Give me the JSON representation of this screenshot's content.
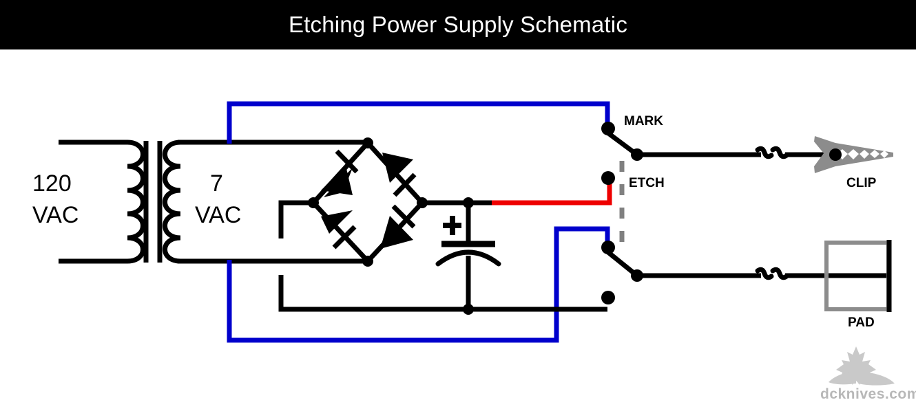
{
  "header": {
    "title": "Etching Power Supply Schematic",
    "background_color": "#000000",
    "text_color": "#ffffff"
  },
  "schematic": {
    "name": "Etching Power Supply Schematic",
    "background_color": "#ffffff",
    "transformer": {
      "primary_label_line1": "120",
      "primary_label_line2": "VAC",
      "secondary_label_line1": "7",
      "secondary_label_line2": "VAC"
    },
    "capacitor": {
      "polarity_marker": "+"
    },
    "switches": [
      {
        "label": "MARK",
        "position": "upper"
      },
      {
        "label": "ETCH",
        "position": "middle"
      }
    ],
    "output_terminals": [
      {
        "label": "CLIP"
      },
      {
        "label": "PAD"
      }
    ],
    "wire_colors": {
      "ac": "#0000cc",
      "positive": "#ee0000",
      "negative": "#000000",
      "ganged_linkage": "#808080"
    }
  },
  "watermark": {
    "text": "dcknives.com",
    "color": "#b8b8b8"
  }
}
